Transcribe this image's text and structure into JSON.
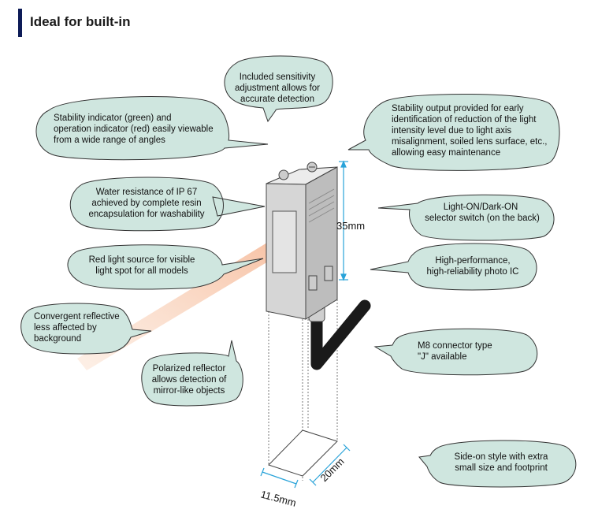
{
  "heading": "Ideal for built-in",
  "callouts": {
    "sensitivity": [
      "Included sensitivity",
      "adjustment allows for",
      "accurate detection"
    ],
    "stability_indicator": [
      "Stability indicator (green) and",
      "operation indicator (red) easily viewable",
      "from a wide range of angles"
    ],
    "stability_output": [
      "Stability output provided for early",
      "identification of reduction of the light",
      "intensity level due to light axis",
      "misalignment, soiled lens surface, etc.,",
      "allowing easy maintenance"
    ],
    "water_resistance": [
      "Water resistance of IP 67",
      "achieved by complete resin",
      "encapsulation for washability"
    ],
    "selector_switch": [
      "Light-ON/Dark-ON",
      "selector switch (on the back)"
    ],
    "red_light": [
      "Red light source for visible",
      "light spot for all models"
    ],
    "photo_ic": [
      "High-performance,",
      "high-reliability photo IC"
    ],
    "convergent": [
      "Convergent reflective",
      "less affected by",
      "background"
    ],
    "m8_connector": [
      "M8 connector type",
      "\"J\" available"
    ],
    "polarized": [
      "Polarized reflector",
      "allows detection of",
      "mirror-like objects"
    ],
    "side_on": [
      "Side-on style with extra",
      "small size and footprint"
    ]
  },
  "dimensions": {
    "height": "35mm",
    "depth": "20mm",
    "width": "11.5mm"
  },
  "colors": {
    "bubble_fill": "#cfe6df",
    "heading_bar": "#0d1b57",
    "dimension_line": "#29a3d9",
    "beam": "#f8c9a6",
    "sensor_body": "#d8d8d8",
    "cable": "#1a1a1a"
  }
}
